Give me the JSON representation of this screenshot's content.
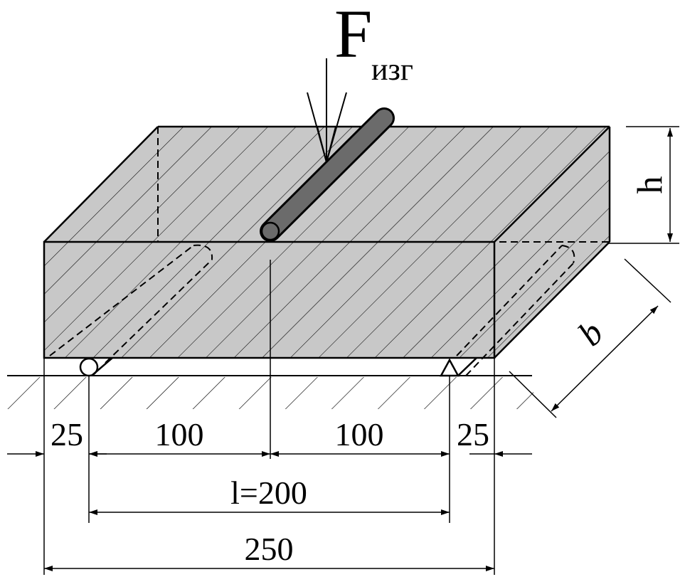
{
  "colors": {
    "block": "#c8c8c8",
    "rod": "#6b6b6b",
    "line": "#000000",
    "background": "#ffffff"
  },
  "force": {
    "symbol": "F",
    "subscript": "изг"
  },
  "labels": {
    "height": "h",
    "width": "b"
  },
  "dimensions": {
    "left_overhang": "25",
    "left_half": "100",
    "right_half": "100",
    "right_overhang": "25",
    "span": "l=200",
    "total": "250"
  }
}
